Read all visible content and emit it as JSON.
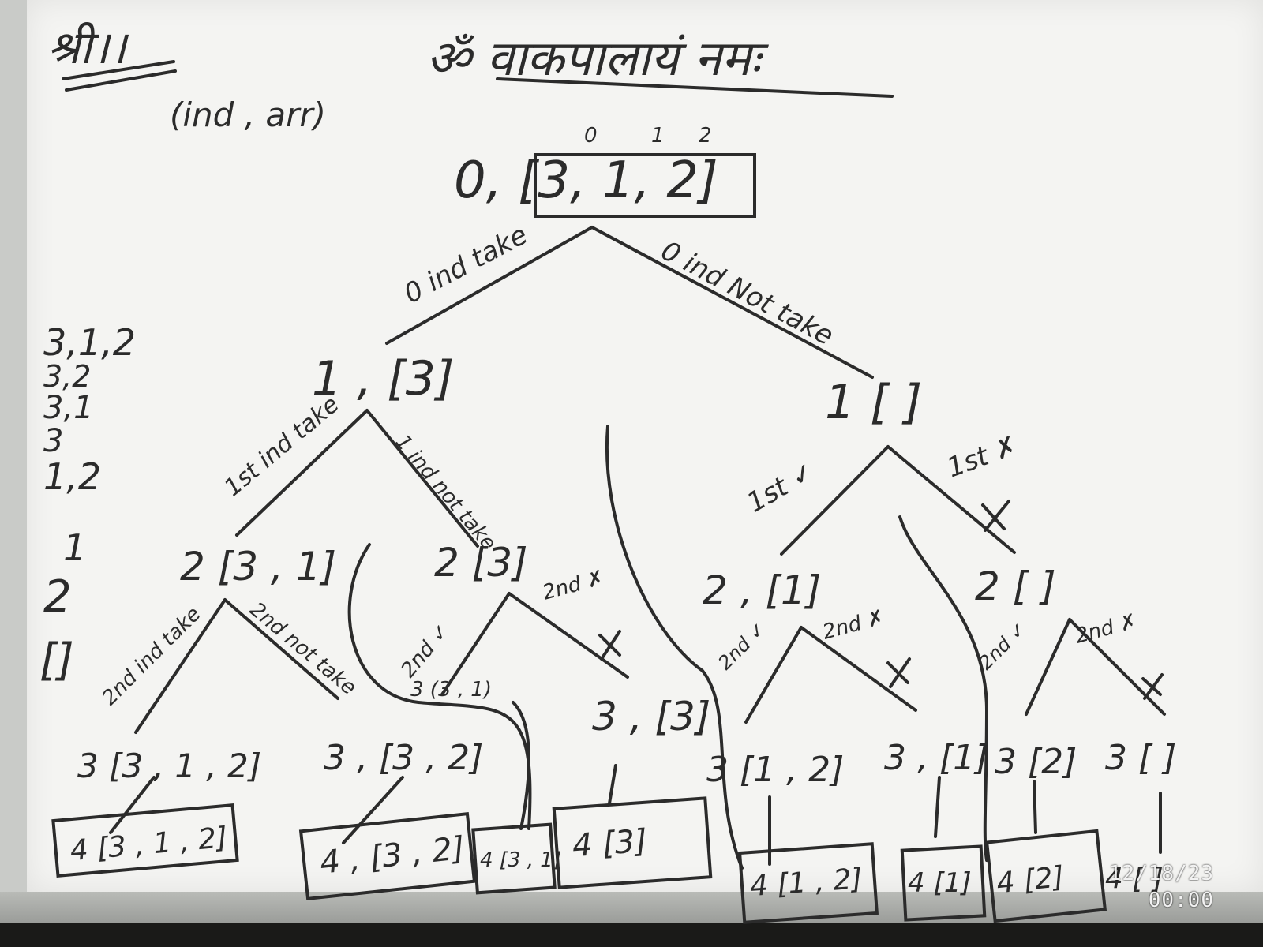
{
  "title": {
    "shri": "श्री।।",
    "om_heading": "ॐ वाकपालायं नमः"
  },
  "signature": "(ind , arr)",
  "side_list": [
    "3,1,2",
    "3,2",
    "3,1",
    "3",
    "1,2",
    "1",
    "2",
    "[]"
  ],
  "root": {
    "indices": [
      "0",
      "1",
      "2"
    ],
    "label": "0, [3, 1, 2]"
  },
  "edges": {
    "root_left": "0 ind take",
    "root_right": "0 ind Not take",
    "l1_left": "1st ind take",
    "l1_right": "1 ind not take",
    "r1_left": "1st ✓",
    "r1_right": "1st ✗",
    "a_left": "2nd ind take",
    "a_right": "2nd not take",
    "b_left": "2nd ✓",
    "b_right": "2nd ✗",
    "c_left": "2nd ✓",
    "c_right": "2nd ✗",
    "d_left": "2nd ✓",
    "d_right": "2nd ✗",
    "curve_label": "3 (3 , 1)"
  },
  "level1": {
    "left": "1 , [3]",
    "right": "1 [ ]"
  },
  "level2": [
    "2 [3 , 1]",
    "2 [3]",
    "2 , [1]",
    "2 [ ]"
  ],
  "level3": [
    "3 [3 , 1 , 2]",
    "3 , [3 , 2]",
    "3 , [3]",
    "3 [1 , 2]",
    "3 , [1]",
    "3 [2]",
    "3 [ ]"
  ],
  "leaves": [
    "4 [3 , 1 , 2]",
    "4 , [3 , 2]",
    "4 [3 , 1]",
    "4 [3]",
    "4 [1 , 2]",
    "4 [1]",
    "4 [2]",
    "4 [ ]"
  ],
  "timestamp": {
    "date": "12/18/23",
    "time": "00:00"
  },
  "colors": {
    "marker": "#2b2b2b",
    "board": "#f4f4f2",
    "frame": "#c9cbc8"
  }
}
